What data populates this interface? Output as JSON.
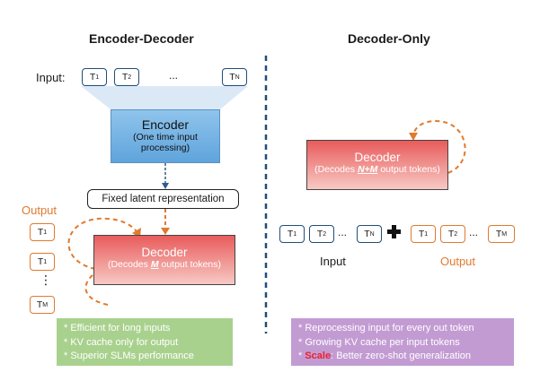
{
  "left": {
    "title": "Encoder-Decoder",
    "input_label": "Input:",
    "input_tokens": [
      "T",
      "T",
      "T"
    ],
    "input_subs": [
      "1",
      "2",
      "N"
    ],
    "ellipsis": "...",
    "encoder_title": "Encoder",
    "encoder_sub_line1": "(One time input",
    "encoder_sub_line2": "processing)",
    "latent_label": "Fixed latent representation",
    "output_label": "Output",
    "output_tokens": [
      "T",
      "T",
      "T"
    ],
    "output_subs": [
      "1",
      "1",
      "M"
    ],
    "output_dots": "⋮",
    "decoder_title": "Decoder",
    "decoder_sub_pre": "(Decodes ",
    "decoder_sub_em": "M",
    "decoder_sub_post": " output tokens)",
    "notes": [
      "* Efficient for long inputs",
      "* KV cache only for output",
      "* Superior SLMs performance"
    ]
  },
  "right": {
    "title": "Decoder-Only",
    "decoder_title": "Decoder",
    "decoder_sub_pre": "(Decodes ",
    "decoder_sub_em": "N+M",
    "decoder_sub_post": " output tokens)",
    "input_tokens": [
      "T",
      "T",
      "T"
    ],
    "input_subs": [
      "1",
      "2",
      "N"
    ],
    "output_tokens": [
      "T",
      "T",
      "T"
    ],
    "output_subs": [
      "1",
      "2",
      "M"
    ],
    "ellipsis": "...",
    "input_label": "Input",
    "output_label": "Output",
    "notes": [
      "* Reprocessing input for every out token",
      "* Growing KV cache per input tokens"
    ],
    "scale_prefix": "* ",
    "scale_word": "Scale",
    "scale_rest": ": Better zero-shot generalization"
  },
  "colors": {
    "token_border": "#1f4e79",
    "orange": "#e07a2e",
    "green_note": "#a9d18e",
    "purple_note": "#c39bd3",
    "scale_red": "#e8222b"
  }
}
